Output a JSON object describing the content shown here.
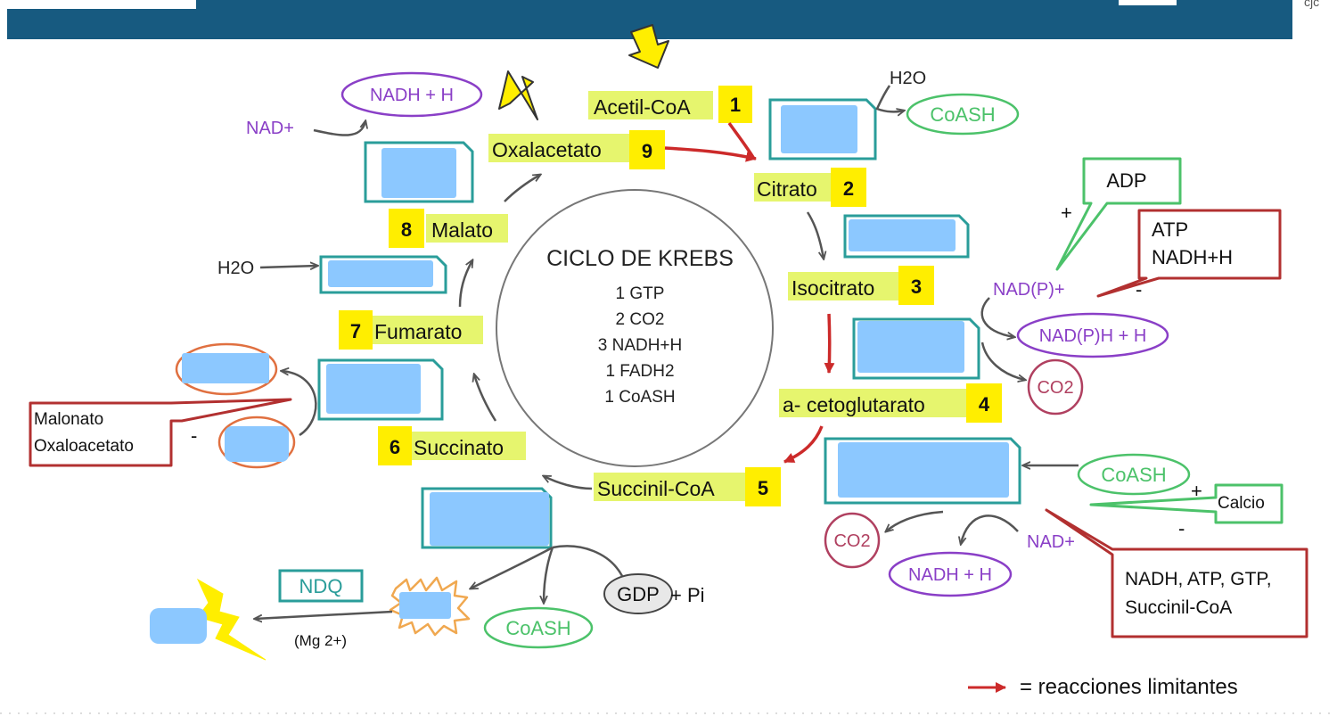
{
  "colors": {
    "header": "#175a80",
    "highlight": "#e6f56e",
    "number_box": "#ffee00",
    "blank_box": "#8cc8ff",
    "teal": "#2a9d9a",
    "green": "#4cc26a",
    "purple": "#8a3fc7",
    "maroon": "#b04060",
    "red": "#cc2a2a",
    "yellow_arrow": "#ffee00",
    "gray": "#666666"
  },
  "header": {
    "fragment": "cjc"
  },
  "center": {
    "title": "CICLO DE KREBS",
    "lines": [
      "1 GTP",
      "2 CO2",
      "3 NADH+H",
      "1 FADH2",
      "1 CoASH"
    ]
  },
  "steps": [
    {
      "name": "Acetil-CoA",
      "number": "1"
    },
    {
      "name": "Citrato",
      "number": "2"
    },
    {
      "name": "Isocitrato",
      "number": "3"
    },
    {
      "name": "a- cetoglutarato",
      "number": "4"
    },
    {
      "name": "Succinil-CoA",
      "number": "5"
    },
    {
      "name": "Succinato",
      "number": "6"
    },
    {
      "name": "Fumarato",
      "number": "7"
    },
    {
      "name": "Malato",
      "number": "8"
    },
    {
      "name": "Oxalacetato",
      "number": "9"
    }
  ],
  "labels": {
    "nadh_h_top": "NADH + H",
    "nad_plus_left": "NAD+",
    "h2o_top": "H2O",
    "coash_top": "CoASH",
    "h2o_left": "H2O",
    "adp": "ADP",
    "plus_adp": "+",
    "atp_nadh": [
      "ATP",
      "NADH+H"
    ],
    "minus_atp": "-",
    "nadp_plus": "NAD(P)+",
    "nadph_h": "NAD(P)H + H",
    "co2_right": "CO2",
    "malonato": [
      "Malonato",
      "Oxaloacetato"
    ],
    "minus_malonato": "-",
    "coash_right": "CoASH",
    "plus_calcio": "+",
    "calcio": "Calcio",
    "minus_inhib": "-",
    "co2_bottom": "CO2",
    "nad_plus_bottom": "NAD+",
    "nadh_h_bottom": "NADH + H",
    "inhibitors": [
      "NADH, ATP, GTP,",
      "Succinil-CoA"
    ],
    "ndq": "NDQ",
    "mg": "(Mg 2+)",
    "coash_bottom": "CoASH",
    "gdp": "GDP",
    "plus_pi": "+ Pi"
  },
  "legend": {
    "text": "= reacciones limitantes"
  }
}
